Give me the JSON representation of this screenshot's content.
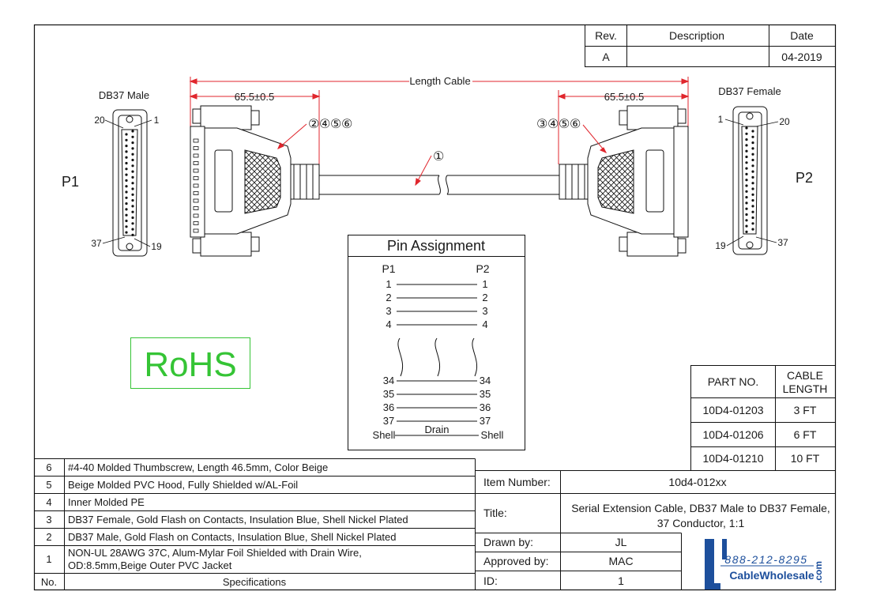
{
  "revision_table": {
    "headers": [
      "Rev.",
      "Description",
      "Date"
    ],
    "row": {
      "rev": "A",
      "description": "",
      "date": "04-2019"
    }
  },
  "drawing": {
    "left_connector": "DB37 Male",
    "right_connector": "DB37 Female",
    "left_plug": "P1",
    "right_plug": "P2",
    "length_label": "Length Cable",
    "dim_left": "65.5±0.5",
    "dim_right": "65.5±0.5",
    "callouts_left": [
      "②",
      "④",
      "⑤",
      "⑥"
    ],
    "callouts_right": [
      "③",
      "④",
      "⑤",
      "⑥"
    ],
    "callout_cable": "①",
    "male_pins": {
      "top_left": "20",
      "top_right": "1",
      "bottom_left": "37",
      "bottom_right": "19"
    },
    "female_pins": {
      "top_left": "1",
      "top_right": "20",
      "bottom_left": "19",
      "bottom_right": "37"
    }
  },
  "pin_assignment": {
    "title": "Pin Assignment",
    "col_left": "P1",
    "col_right": "P2",
    "rows_top": [
      {
        "left": "1",
        "right": "1"
      },
      {
        "left": "2",
        "right": "2"
      },
      {
        "left": "3",
        "right": "3"
      },
      {
        "left": "4",
        "right": "4"
      }
    ],
    "rows_bottom": [
      {
        "left": "34",
        "right": "34"
      },
      {
        "left": "35",
        "right": "35"
      },
      {
        "left": "36",
        "right": "36"
      },
      {
        "left": "37",
        "right": "37"
      }
    ],
    "shell_left": "Shell",
    "shell_right": "Shell",
    "shell_wire": "Drain"
  },
  "rohs_label": "RoHS",
  "part_table": {
    "headers": [
      "PART NO.",
      "CABLE\nLENGTH"
    ],
    "header_length_l1": "CABLE",
    "header_length_l2": "LENGTH",
    "rows": [
      {
        "part": "10D4-01203",
        "length": "3 FT"
      },
      {
        "part": "10D4-01206",
        "length": "6 FT"
      },
      {
        "part": "10D4-01210",
        "length": "10 FT"
      }
    ]
  },
  "specifications": {
    "header_no": "No.",
    "header_spec": "Specifications",
    "rows": [
      {
        "no": "6",
        "text": "#4-40 Molded Thumbscrew, Length 46.5mm, Color Beige"
      },
      {
        "no": "5",
        "text": "Beige Molded PVC Hood, Fully Shielded w/AL-Foil"
      },
      {
        "no": "4",
        "text": "Inner Molded  PE"
      },
      {
        "no": "3",
        "text": "DB37 Female, Gold Flash on Contacts, Insulation Blue, Shell Nickel Plated"
      },
      {
        "no": "2",
        "text": "DB37 Male, Gold Flash on Contacts, Insulation Blue, Shell Nickel Plated"
      },
      {
        "no": "1",
        "text": "NON-UL 28AWG 37C, Alum-Mylar Foil Shielded with Drain Wire,",
        "text2": "OD:8.5mm,Beige Outer PVC Jacket"
      }
    ]
  },
  "title_block": {
    "item_number_label": "Item Number:",
    "item_number": "10d4-012xx",
    "title_label": "Title:",
    "title_line1": "Serial Extension Cable, DB37 Male to DB37 Female,",
    "title_line2": "37 Conductor, 1:1",
    "drawn_by_label": "Drawn by:",
    "drawn_by": "JL",
    "approved_by_label": "Approved by:",
    "approved_by": "MAC",
    "id_label": "ID:",
    "id": "1"
  },
  "logo": {
    "phone": "888-212-8295",
    "brand": "CableWholesale",
    "tld": ".com"
  },
  "colors": {
    "dimension": "#e0262d",
    "rohs": "#35c435",
    "logo": "#1d4f9c"
  }
}
